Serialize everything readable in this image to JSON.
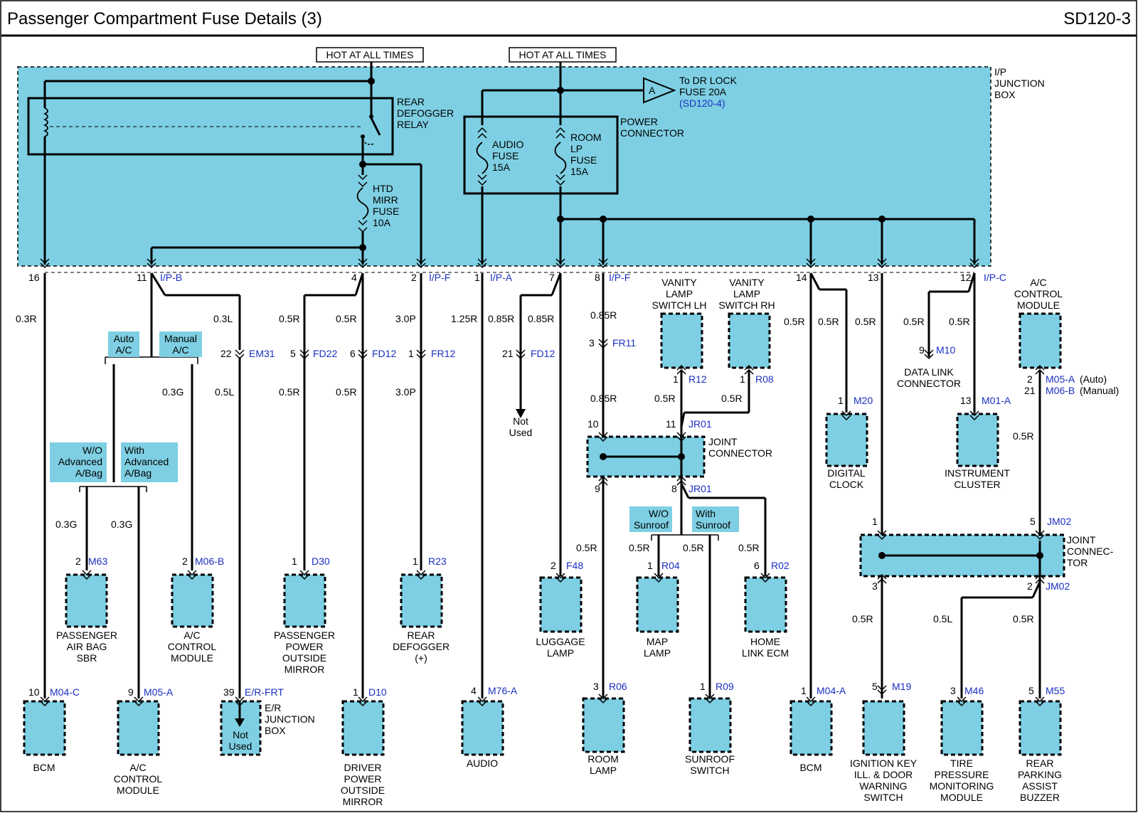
{
  "header": {
    "title": "Passenger Compartment Fuse Details (3)",
    "code": "SD120-3"
  },
  "hot_label": "HOT AT ALL TIMES",
  "junction_box": {
    "line1": "I/P",
    "line2": "JUNCTION",
    "line3": "BOX"
  },
  "relay": {
    "line1": "REAR",
    "line2": "DEFOGGER",
    "line3": "RELAY"
  },
  "power_connector": {
    "line1": "POWER",
    "line2": "CONNECTOR"
  },
  "to_dr_lock": {
    "letter": "A",
    "line1": "To DR LOCK",
    "line2": "FUSE 20A",
    "ref": "(SD120-4)"
  },
  "fuses": {
    "htd": {
      "l1": "HTD",
      "l2": "MIRR",
      "l3": "FUSE",
      "l4": "10A"
    },
    "audio": {
      "l1": "AUDIO",
      "l2": "FUSE",
      "l3": "15A"
    },
    "room": {
      "l1": "ROOM",
      "l2": "LP",
      "l3": "FUSE",
      "l4": "15A"
    }
  },
  "pins": {
    "p16": "16",
    "p11": "11",
    "p4": "4",
    "p2": "2",
    "p1": "1",
    "p7": "7",
    "p8": "8",
    "p14": "14",
    "p13": "13",
    "p12": "12",
    "ipb": "I/P-B",
    "ipf1": "I/P-F",
    "ipa": "I/P-A",
    "ipf2": "I/P-F",
    "ipc": "I/P-C"
  },
  "wires": {
    "w03R": "0.3R",
    "w03L": "0.3L",
    "w05R_a": "0.5R",
    "w05R_b": "0.5R",
    "w30P": "3.0P",
    "w125R": "1.25R",
    "w085R_a": "0.85R",
    "w085R_b": "0.85R",
    "w085R_c": "0.85R",
    "w05R_14a": "0.5R",
    "w05R_14b": "0.5R",
    "w05R_13": "0.5R",
    "w05R_12a": "0.5R",
    "w05R_12b": "0.5R",
    "w03G": "0.3G",
    "w05L": "0.5L",
    "w05R_fd22": "0.5R",
    "w05R_fd12": "0.5R",
    "w30P_b": "3.0P",
    "w085R_d": "0.85R",
    "w05R_r12": "0.5R",
    "w05R_r08": "0.5R",
    "w05R_acm": "0.5R",
    "w03G_a": "0.3G",
    "w03G_b": "0.3G",
    "w05R_room": "0.5R",
    "w05R_map": "0.5R",
    "w05R_sun": "0.5R",
    "w05R_home": "0.5R",
    "w05R_m19": "0.5R",
    "w05L_m46": "0.5L",
    "w05R_m55": "0.5R"
  },
  "tags": {
    "auto": {
      "l1": "Auto",
      "l2": "A/C"
    },
    "manual": {
      "l1": "Manual",
      "l2": "A/C"
    },
    "wo_bag": {
      "l1": "W/O",
      "l2": "Advanced",
      "l3": "A/Bag"
    },
    "with_bag": {
      "l1": "With",
      "l2": "Advanced",
      "l3": "A/Bag"
    },
    "wo_sun": {
      "l1": "W/O",
      "l2": "Sunroof"
    },
    "with_sun": {
      "l1": "With",
      "l2": "Sunroof"
    }
  },
  "connectors": {
    "em31": {
      "pin": "22",
      "name": "EM31"
    },
    "fd22": {
      "pin": "5",
      "name": "FD22"
    },
    "fd12a": {
      "pin": "6",
      "name": "FD12"
    },
    "fr12": {
      "pin": "1",
      "name": "FR12"
    },
    "fd12b": {
      "pin": "21",
      "name": "FD12"
    },
    "fr11": {
      "pin": "3",
      "name": "FR11"
    },
    "r12": {
      "pin": "1",
      "name": "R12"
    },
    "r08": {
      "pin": "1",
      "name": "R08"
    },
    "m10": {
      "pin": "9",
      "name": "M10"
    },
    "m20": {
      "pin": "1",
      "name": "M20"
    },
    "m01a": {
      "pin": "13",
      "name": "M01-A"
    },
    "m05a_acm": {
      "pin": "2",
      "name": "M05-A",
      "note": "(Auto)"
    },
    "m06b_acm": {
      "pin": "21",
      "name": "M06-B",
      "note": "(Manual)"
    },
    "jr01_top": {
      "pin_a": "10",
      "pin_b": "11",
      "name": "JR01"
    },
    "jr01_bot": {
      "pin_a": "9",
      "pin_b": "8",
      "name": "JR01"
    },
    "jm02_top": {
      "pin_a": "1",
      "pin_b": "5",
      "name": "JM02"
    },
    "jm02_bot": {
      "pin_a": "3",
      "pin_b": "2",
      "name": "JM02"
    },
    "m63": {
      "pin": "2",
      "name": "M63"
    },
    "m06b": {
      "pin": "2",
      "name": "M06-B"
    },
    "d30": {
      "pin": "1",
      "name": "D30"
    },
    "r23": {
      "pin": "1",
      "name": "R23"
    },
    "f48": {
      "pin": "2",
      "name": "F48"
    },
    "r04": {
      "pin": "1",
      "name": "R04"
    },
    "r02": {
      "pin": "6",
      "name": "R02"
    },
    "m04c": {
      "pin": "10",
      "name": "M04-C"
    },
    "m05a": {
      "pin": "9",
      "name": "M05-A"
    },
    "erfrt": {
      "pin": "39",
      "name": "E/R-FRT"
    },
    "d10": {
      "pin": "1",
      "name": "D10"
    },
    "m76a": {
      "pin": "4",
      "name": "M76-A"
    },
    "r06": {
      "pin": "3",
      "name": "R06"
    },
    "r09": {
      "pin": "1",
      "name": "R09"
    },
    "m04a": {
      "pin": "1",
      "name": "M04-A"
    },
    "m19": {
      "pin": "5",
      "name": "M19"
    },
    "m46": {
      "pin": "3",
      "name": "M46"
    },
    "m55": {
      "pin": "5",
      "name": "M55"
    }
  },
  "joint_connector": {
    "line1": "JOINT",
    "line2": "CONNECTOR"
  },
  "joint_connector2": {
    "line1": "JOINT",
    "line2": "CONNEC-",
    "line3": "TOR"
  },
  "not_used": {
    "l1": "Not",
    "l2": "Used"
  },
  "components": {
    "vanity_lh": {
      "l1": "VANITY",
      "l2": "LAMP",
      "l3": "SWITCH LH"
    },
    "vanity_rh": {
      "l1": "VANITY",
      "l2": "LAMP",
      "l3": "SWITCH RH"
    },
    "acm_top": {
      "l1": "A/C",
      "l2": "CONTROL",
      "l3": "MODULE"
    },
    "dlc": {
      "l1": "DATA LINK",
      "l2": "CONNECTOR"
    },
    "clock": {
      "l1": "DIGITAL",
      "l2": "CLOCK"
    },
    "cluster": {
      "l1": "INSTRUMENT",
      "l2": "CLUSTER"
    },
    "airbag_sbr": {
      "l1": "PASSENGER",
      "l2": "AIR BAG",
      "l3": "SBR"
    },
    "acm_mid": {
      "l1": "A/C",
      "l2": "CONTROL",
      "l3": "MODULE"
    },
    "pass_mirror": {
      "l1": "PASSENGER",
      "l2": "POWER",
      "l3": "OUTSIDE",
      "l4": "MIRROR"
    },
    "rear_defog": {
      "l1": "REAR",
      "l2": "DEFOGGER",
      "l3": "(+)"
    },
    "luggage": {
      "l1": "LUGGAGE",
      "l2": "LAMP"
    },
    "map": {
      "l1": "MAP",
      "l2": "LAMP"
    },
    "homelink": {
      "l1": "HOME",
      "l2": "LINK ECM"
    },
    "bcm1": {
      "l1": "BCM"
    },
    "acm_bot": {
      "l1": "A/C",
      "l2": "CONTROL",
      "l3": "MODULE"
    },
    "er_jb": {
      "l1": "E/R",
      "l2": "JUNCTION",
      "l3": "BOX"
    },
    "drv_mirror": {
      "l1": "DRIVER",
      "l2": "POWER",
      "l3": "OUTSIDE",
      "l4": "MIRROR"
    },
    "audio": {
      "l1": "AUDIO"
    },
    "room": {
      "l1": "ROOM",
      "l2": "LAMP"
    },
    "sunroof": {
      "l1": "SUNROOF",
      "l2": "SWITCH"
    },
    "bcm2": {
      "l1": "BCM"
    },
    "ign_key": {
      "l1": "IGNITION KEY",
      "l2": "ILL. & DOOR",
      "l3": "WARNING",
      "l4": "SWITCH"
    },
    "tpms": {
      "l1": "TIRE",
      "l2": "PRESSURE",
      "l3": "MONITORING",
      "l4": "MODULE"
    },
    "parking": {
      "l1": "REAR",
      "l2": "PARKING",
      "l3": "ASSIST",
      "l4": "BUZZER"
    }
  },
  "colors": {
    "box_fill": "#7ecfe3",
    "ref_blue": "#1a2fc0",
    "wire": "#000000"
  }
}
